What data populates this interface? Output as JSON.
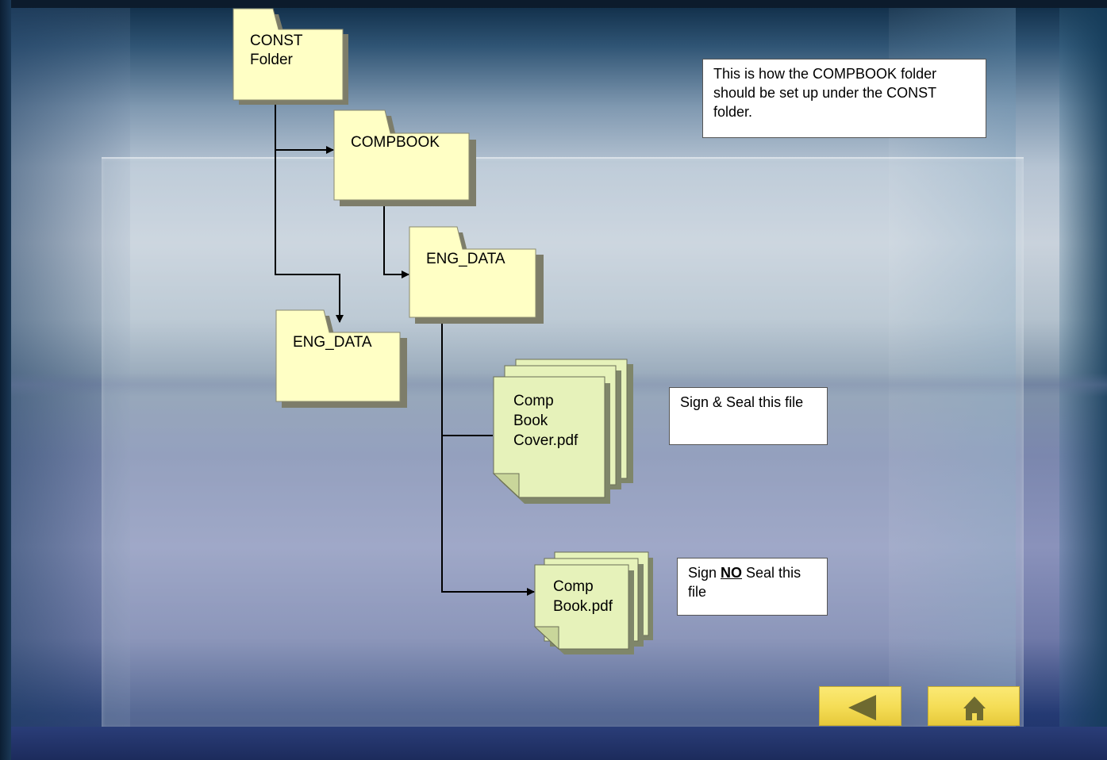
{
  "folders": {
    "const": {
      "line1": "CONST",
      "line2": "Folder"
    },
    "compbook": {
      "label": "COMPBOOK"
    },
    "eng_data_inner": {
      "label": "ENG_DATA"
    },
    "eng_data_outer": {
      "label": "ENG_DATA"
    }
  },
  "files": {
    "cover": {
      "label": "Comp\nBook\nCover.pdf"
    },
    "book": {
      "label": "Comp\nBook.pdf"
    }
  },
  "notes": {
    "setup": "This is how the COMPBOOK folder should be set up under the CONST folder.",
    "seal_cover": "Sign & Seal this file",
    "no_seal": {
      "prefix": "Sign ",
      "emphasis": "NO",
      "suffix": " Seal this file"
    }
  },
  "nav": {
    "back_icon": "left-triangle-icon",
    "home_icon": "house-icon"
  },
  "colors": {
    "folder_fill": "#ffffc5",
    "file_fill": "#e6f2ba",
    "nav_button": "#f4dc54",
    "nav_icon": "#6e6a30"
  }
}
